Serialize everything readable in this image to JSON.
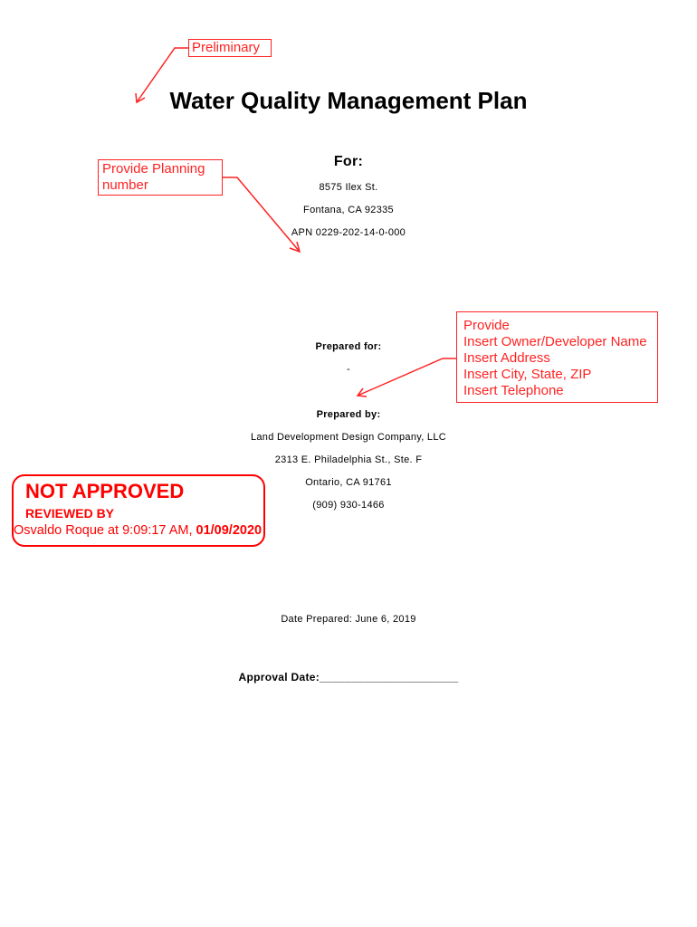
{
  "annotations": {
    "preliminary": "Preliminary",
    "planning": "Provide Planning number",
    "owner": [
      "Provide",
      "Insert Owner/Developer Name",
      "Insert Address",
      "Insert City, State, ZIP",
      "Insert Telephone"
    ]
  },
  "title": "Water Quality Management Plan",
  "for_label": "For:",
  "site": {
    "address": "8575 Ilex St.",
    "city": "Fontana, CA 92335",
    "apn": "APN 0229-202-14-0-000"
  },
  "prepared_for": {
    "label": "Prepared for:",
    "value": "-"
  },
  "prepared_by": {
    "label": "Prepared by:",
    "company": "Land Development Design Company, LLC",
    "address": "2313 E. Philadelphia St., Ste. F",
    "city": "Ontario, CA 91761",
    "phone": "(909) 930-1466"
  },
  "date_prepared": "Date Prepared: June 6, 2019",
  "approval_date": "Approval Date:______________________",
  "stamp": {
    "status": "NOT APPROVED",
    "reviewed_by": "REVIEWED BY",
    "reviewer": "Osvaldo Roque at 9:09:17 AM, ",
    "date": "01/09/2020"
  }
}
